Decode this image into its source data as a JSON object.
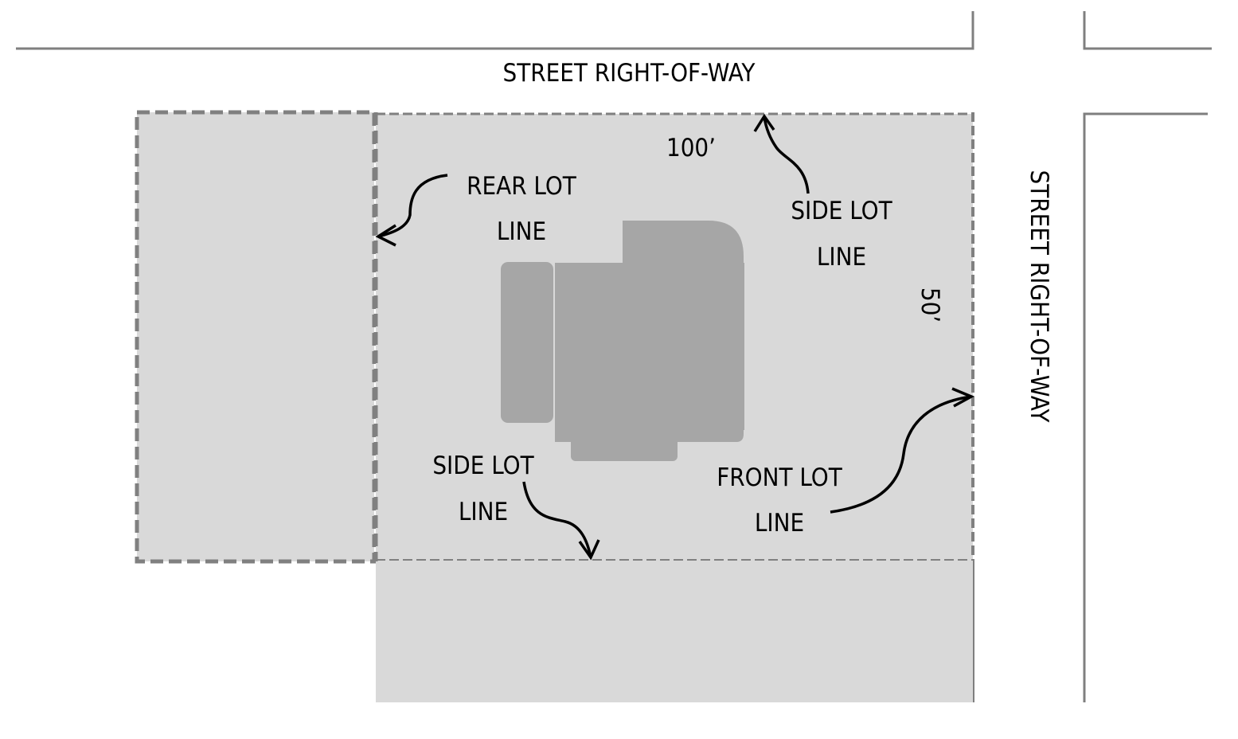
{
  "colors": {
    "lot_fill": "#d9d9d9",
    "lot_line": "#808080",
    "building": "#a6a6a6",
    "street_line": "#7f7f7f"
  },
  "labels": {
    "street_top": "STREET RIGHT-OF-WAY",
    "street_right": "STREET RIGHT-OF-WAY",
    "dim_width": "100’",
    "dim_depth": "50’",
    "rear_lot_line": [
      "REAR LOT",
      "LINE"
    ],
    "side_lot_line_top": [
      "SIDE LOT",
      "LINE"
    ],
    "side_lot_line_bottom": [
      "SIDE LOT",
      "LINE"
    ],
    "front_lot_line": [
      "FRONT LOT",
      "LINE"
    ]
  }
}
